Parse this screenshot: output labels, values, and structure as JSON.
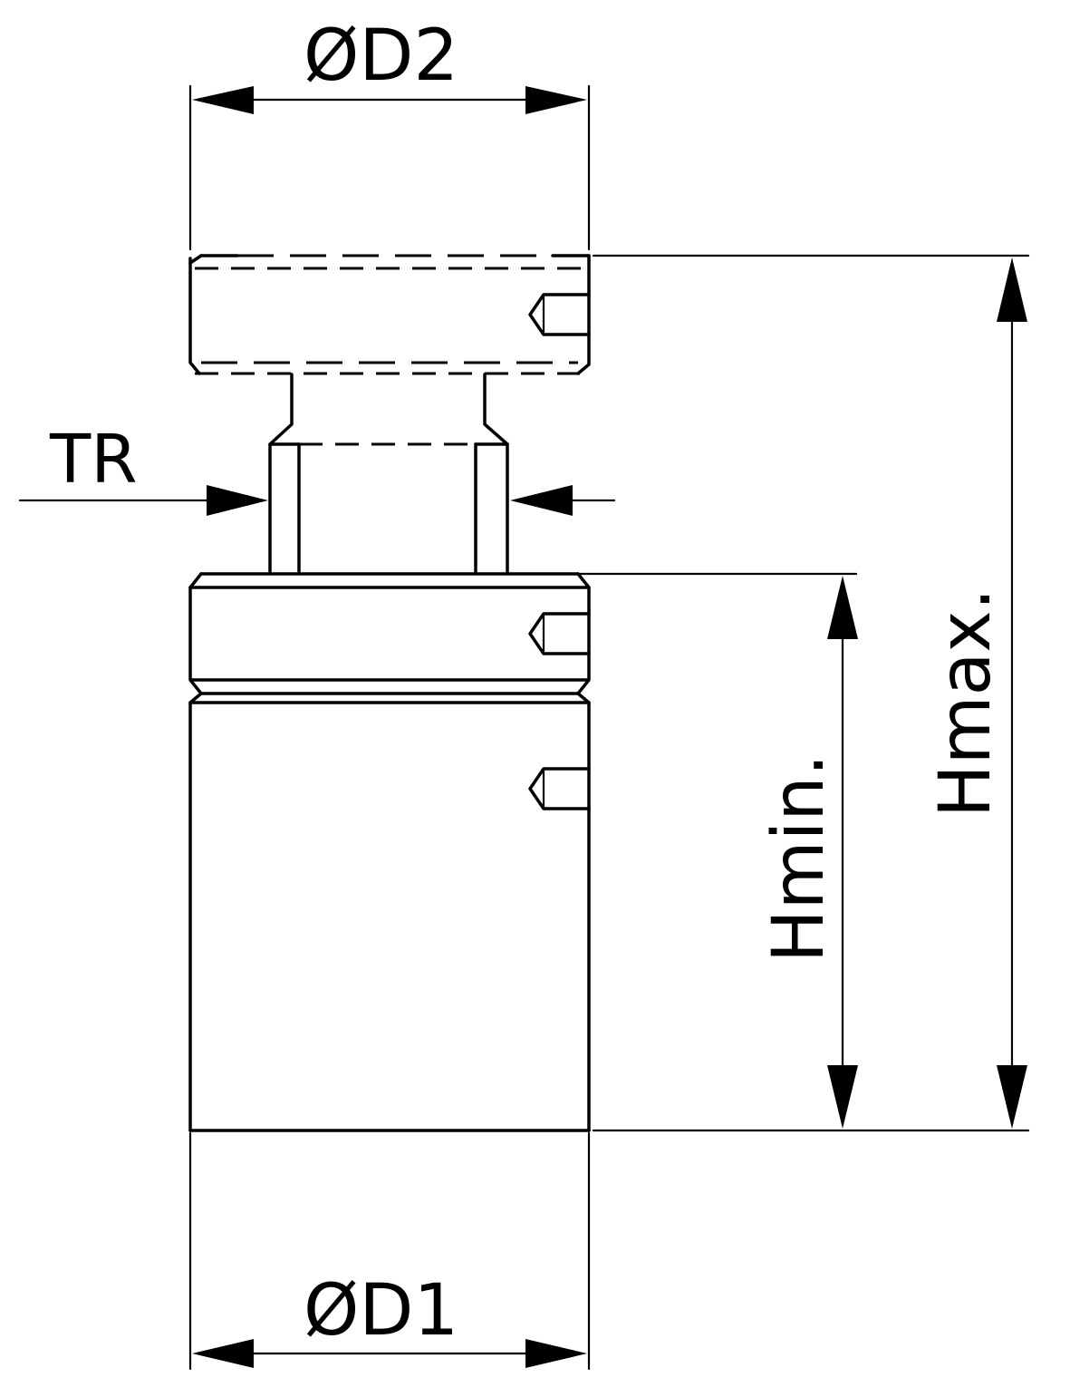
{
  "labels": {
    "d2": "ØD2",
    "d1": "ØD1",
    "tr": "TR",
    "hmin": "Hmin.",
    "hmax": "Hmax."
  }
}
